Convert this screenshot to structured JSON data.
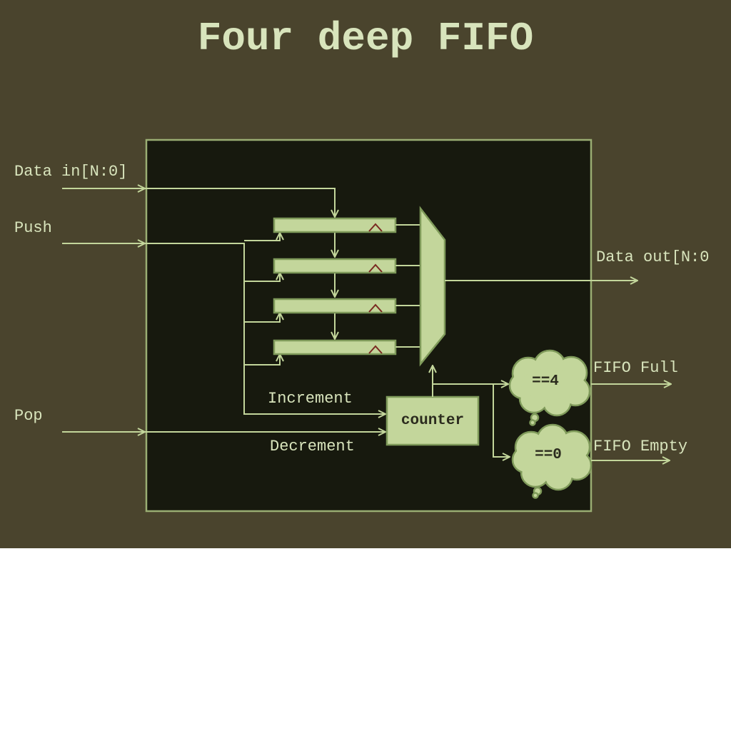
{
  "title": "Four deep FIFO",
  "inputs": {
    "data_in": "Data in[N:0]",
    "push": "Push",
    "pop": "Pop"
  },
  "outputs": {
    "data_out": "Data out[N:0",
    "fifo_full": "FIFO Full",
    "fifo_empty": "FIFO Empty"
  },
  "signals": {
    "increment": "Increment",
    "decrement": "Decrement"
  },
  "blocks": {
    "counter": "counter",
    "full_compare": "==4",
    "empty_compare": "==0"
  },
  "colors": {
    "slide_background": "#4a442d",
    "block_background": "#17190e",
    "wire": "#c3d69b",
    "text": "#d8e4bc",
    "clock_mark": "#7a2a22"
  }
}
